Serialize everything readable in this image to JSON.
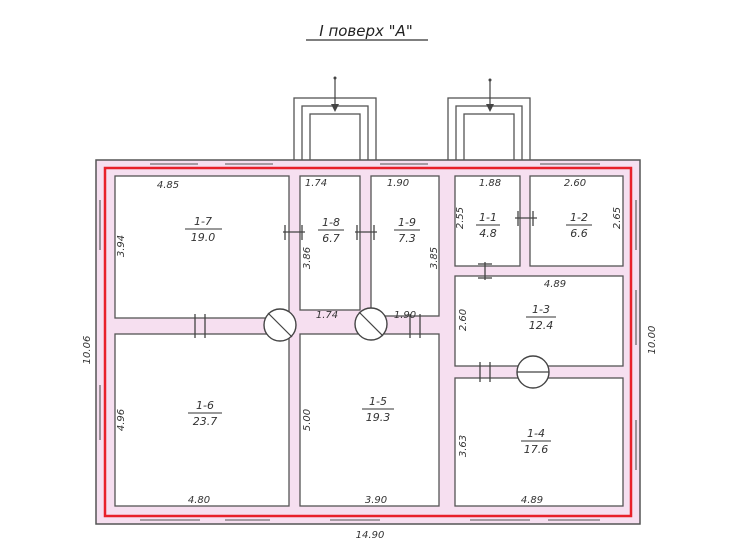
{
  "title": "I поверх \"А\"",
  "colors": {
    "wall_fill": "#f6dff0",
    "line": "#555555",
    "red_outline": "#e8202a",
    "paper": "#ffffff"
  },
  "outer_dims": {
    "bottom": "14.90",
    "left": "10.06",
    "right": "10.00"
  },
  "rooms": [
    {
      "id": "1-7",
      "area": "19.0",
      "top": "4.85",
      "side": "3.94"
    },
    {
      "id": "1-8",
      "area": "6.7",
      "top": "1.74",
      "side": "3.86",
      "bottom": "1.74"
    },
    {
      "id": "1-9",
      "area": "7.3",
      "top": "1.90",
      "side": "3.85",
      "bottom": "1.90"
    },
    {
      "id": "1-1",
      "area": "4.8",
      "top": "1.88",
      "side": "2.55"
    },
    {
      "id": "1-2",
      "area": "6.6",
      "top": "2.60",
      "side": "2.65"
    },
    {
      "id": "1-3",
      "area": "12.4",
      "top": "4.89",
      "side": "2.60"
    },
    {
      "id": "1-4",
      "area": "17.6",
      "side": "3.63",
      "bottom": "4.89"
    },
    {
      "id": "1-5",
      "area": "19.3",
      "side": "5.00",
      "bottom": "3.90"
    },
    {
      "id": "1-6",
      "area": "23.7",
      "side": "4.96",
      "bottom": "4.80"
    }
  ]
}
